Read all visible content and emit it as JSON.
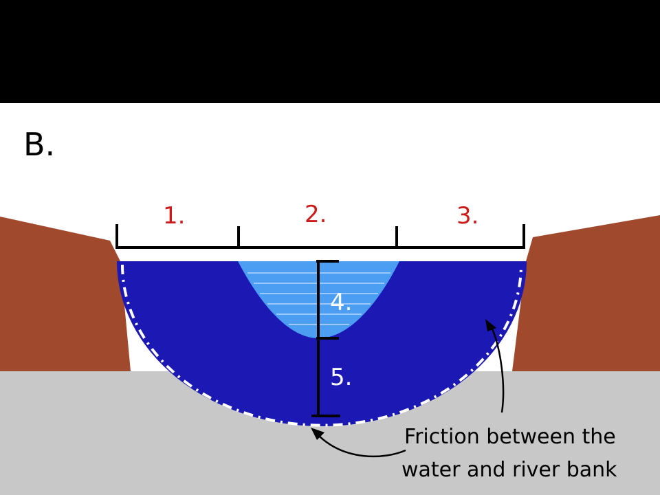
{
  "diagram": {
    "panel_label": "B.",
    "zone_labels": [
      "1.",
      "2.",
      "3."
    ],
    "depth_labels": [
      "4.",
      "5."
    ],
    "caption_lines": [
      "Friction between the",
      "water and river bank"
    ],
    "colors": {
      "top_band": "#000000",
      "background": "#ffffff",
      "bank_soil": "#a0492c",
      "bedrock": "#c8c8c8",
      "water": "#1b18b4",
      "fastest_flow": "#4c9ef2",
      "flow_lines": "#9cc8ff",
      "zone_label": "#cc1a1a",
      "friction_line": "#ffffff",
      "ink": "#000000"
    }
  }
}
